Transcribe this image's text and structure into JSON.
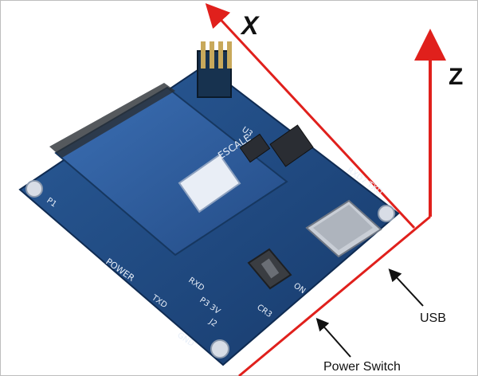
{
  "axes": {
    "x_label": "X",
    "z_label": "Z"
  },
  "callouts": {
    "usb": "USB",
    "power_switch": "Power Switch"
  },
  "board": {
    "silkscreen": {
      "freescale": "ESCALE",
      "rxd7_txd": "RXD7\nTXD",
      "power": "POWER",
      "txd": "TXD",
      "rxd": "RXD",
      "p3v": "P3 3V",
      "gnd": "GND",
      "j2": "J2",
      "cr3": "CR3",
      "p1": "P1",
      "on": "ON",
      "u3": "U3"
    }
  },
  "colors": {
    "axis_red": "#e0201c",
    "board_blue": "#1f4c86",
    "module_blue": "#2f5fa0"
  }
}
